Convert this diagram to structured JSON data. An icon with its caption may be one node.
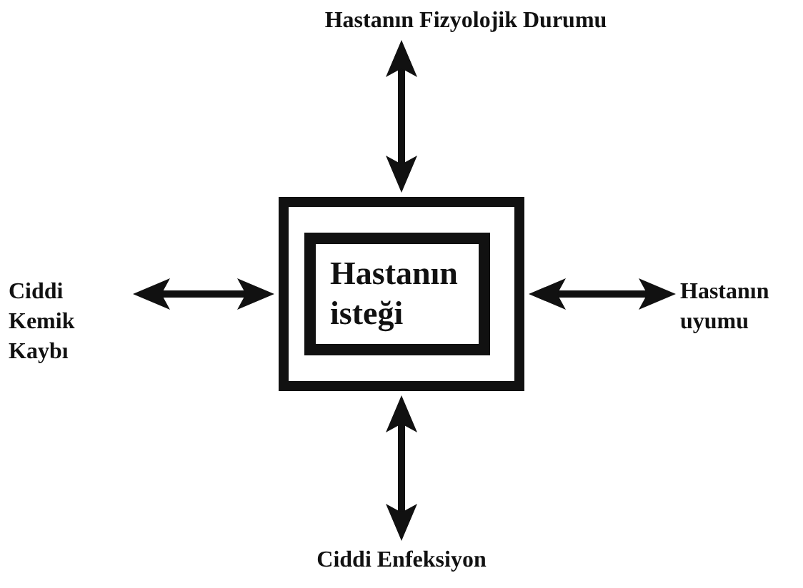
{
  "diagram": {
    "nodes": [
      {
        "text": [
          "Hastanın Fizyolojik Durumu"
        ]
      },
      {
        "text": [],
        "shape": "box"
      },
      {
        "text": [
          "Hastanın isteği"
        ],
        "in": 1
      },
      {
        "text": [
          "Ciddi Kemik Kaybı"
        ]
      },
      {
        "text": [
          "Hastanın uyumu"
        ]
      },
      {
        "text": [
          "Ciddi Enfeksiyon"
        ]
      }
    ],
    "edges": [
      {
        "from": 1,
        "to": 0,
        "arrow": "both"
      },
      {
        "from": 1,
        "to": 3,
        "arrow": "both"
      },
      {
        "from": 1,
        "to": 4,
        "arrow": "both"
      },
      {
        "from": 1,
        "to": 5,
        "arrow": "both"
      }
    ]
  }
}
